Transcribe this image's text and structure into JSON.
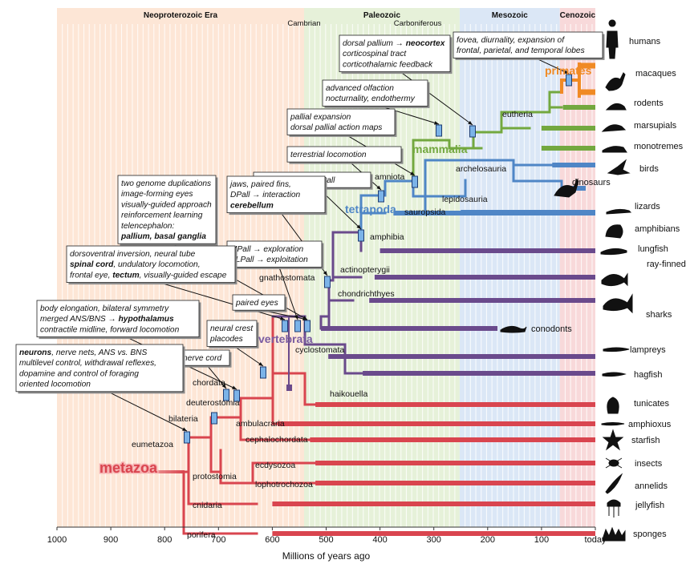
{
  "eras": [
    {
      "label": "Neoproterozoic Era",
      "from": 1000,
      "to": 541,
      "color": "#fde6d6"
    },
    {
      "label": "Paleozoic",
      "from": 541,
      "to": 252,
      "color": "#e6f1d9"
    },
    {
      "label": "Mesozoic",
      "from": 252,
      "to": 66,
      "color": "#dbe7f6"
    },
    {
      "label": "Cenozoic",
      "from": 66,
      "to": 0,
      "color": "#f8d9da"
    }
  ],
  "period_labels": [
    {
      "label": "Cambrian",
      "at": 541
    },
    {
      "label": "Carboniferous",
      "at": 330
    }
  ],
  "axis": {
    "title": "Millions of years ago",
    "ticks": [
      {
        "value": 1000,
        "label": "1000"
      },
      {
        "value": 900,
        "label": "900"
      },
      {
        "value": 800,
        "label": "800"
      },
      {
        "value": 700,
        "label": "700"
      },
      {
        "value": 600,
        "label": "600"
      },
      {
        "value": 500,
        "label": "500"
      },
      {
        "value": 400,
        "label": "400"
      },
      {
        "value": 300,
        "label": "300"
      },
      {
        "value": 200,
        "label": "200"
      },
      {
        "value": 100,
        "label": "100"
      },
      {
        "value": 0,
        "label": "today"
      }
    ]
  },
  "colors": {
    "red": "#d9454f",
    "purple": "#6a4a8c",
    "blue": "#4f86c6",
    "green": "#73a83f",
    "orange": "#f08a24"
  },
  "clade_labels": [
    {
      "text": "metazoa",
      "color": "#d9454f"
    },
    {
      "text": "vertebrata",
      "color": "#7a5ba0"
    },
    {
      "text": "tetrapoda",
      "color": "#4f86c6"
    },
    {
      "text": "mammalia",
      "color": "#73a83f"
    },
    {
      "text": "primates",
      "color": "#f08a24"
    }
  ],
  "node_labels": [
    "eumetazoa",
    "bilateria",
    "deuterostomia",
    "chordata",
    "cephalochordata",
    "ambulacraria",
    "protostomia",
    "ecdysozoa",
    "lophotrochozoa",
    "cnidaria",
    "porifera",
    "cyclostomata",
    "haikouella",
    "chondrichthyes",
    "actinopterygii",
    "gnathostomata",
    "amphibia",
    "amniota",
    "sauropsida",
    "lepidosauria",
    "archelosauria",
    "eutheria"
  ],
  "taxa": [
    "humans",
    "macaques",
    "rodents",
    "marsupials",
    "monotremes",
    "birds",
    "dinosaurs",
    "lizards",
    "amphibians",
    "lungfish",
    "ray-finned fish",
    "sharks",
    "conodonts",
    "lampreys",
    "hagfish",
    "tunicates",
    "amphioxus",
    "starfish",
    "insects",
    "annelids",
    "jellyfish",
    "sponges"
  ],
  "annotations": [
    {
      "lines": [
        [
          "fovea, diurnality, expansion of"
        ],
        [
          "frontal, parietal, and temporal lobes"
        ]
      ]
    },
    {
      "lines": [
        [
          "dorsal pallium → ",
          "neocortex"
        ],
        [
          "corticospinal tract"
        ],
        [
          "corticothalamic feedback"
        ]
      ]
    },
    {
      "lines": [
        [
          "advanced olfaction"
        ],
        [
          "nocturnality, endothermy"
        ]
      ]
    },
    {
      "lines": [
        [
          "pallial expansion"
        ],
        [
          "dorsal pallial action maps"
        ]
      ]
    },
    {
      "lines": [
        [
          "terrestrial locomotion"
        ]
      ]
    },
    {
      "lines": [
        [
          "VLPall → VPall, LPall"
        ]
      ]
    },
    {
      "lines": [
        [
          "jaws, paired fins,"
        ],
        [
          "DPall → interaction"
        ],
        [
          "",
          "cerebellum"
        ]
      ]
    },
    {
      "lines": [
        [
          "two genome duplications"
        ],
        [
          "image-forming eyes"
        ],
        [
          "visually-guided approach"
        ],
        [
          "reinforcement learning"
        ],
        [
          "telencephalon:"
        ],
        [
          "",
          "pallium, basal ganglia"
        ]
      ]
    },
    {
      "lines": [
        [
          "MPall → exploration"
        ],
        [
          "VLPall → exploitation"
        ]
      ]
    },
    {
      "lines": [
        [
          "dorsoventral inversion, neural tube"
        ],
        [
          "",
          "spinal cord",
          ", undulatory locomotion,"
        ],
        [
          "frontal eye, ",
          "tectum",
          ", visually-guided escape"
        ]
      ]
    },
    {
      "lines": [
        [
          "paired eyes"
        ]
      ]
    },
    {
      "lines": [
        [
          "body elongation, bilateral symmetry"
        ],
        [
          "merged ANS/BNS → ",
          "hypothalamus"
        ],
        [
          "contractile midline, forward locomotion"
        ]
      ]
    },
    {
      "lines": [
        [
          "neural crest"
        ],
        [
          "placodes"
        ]
      ]
    },
    {
      "lines": [
        [
          "nerve cord"
        ]
      ]
    },
    {
      "lines": [
        [
          "",
          "neurons",
          ", nerve nets, ANS vs. BNS"
        ],
        [
          "multilevel control, withdrawal reflexes,"
        ],
        [
          "dopamine and control of foraging"
        ],
        [
          "oriented locomotion"
        ]
      ]
    }
  ]
}
